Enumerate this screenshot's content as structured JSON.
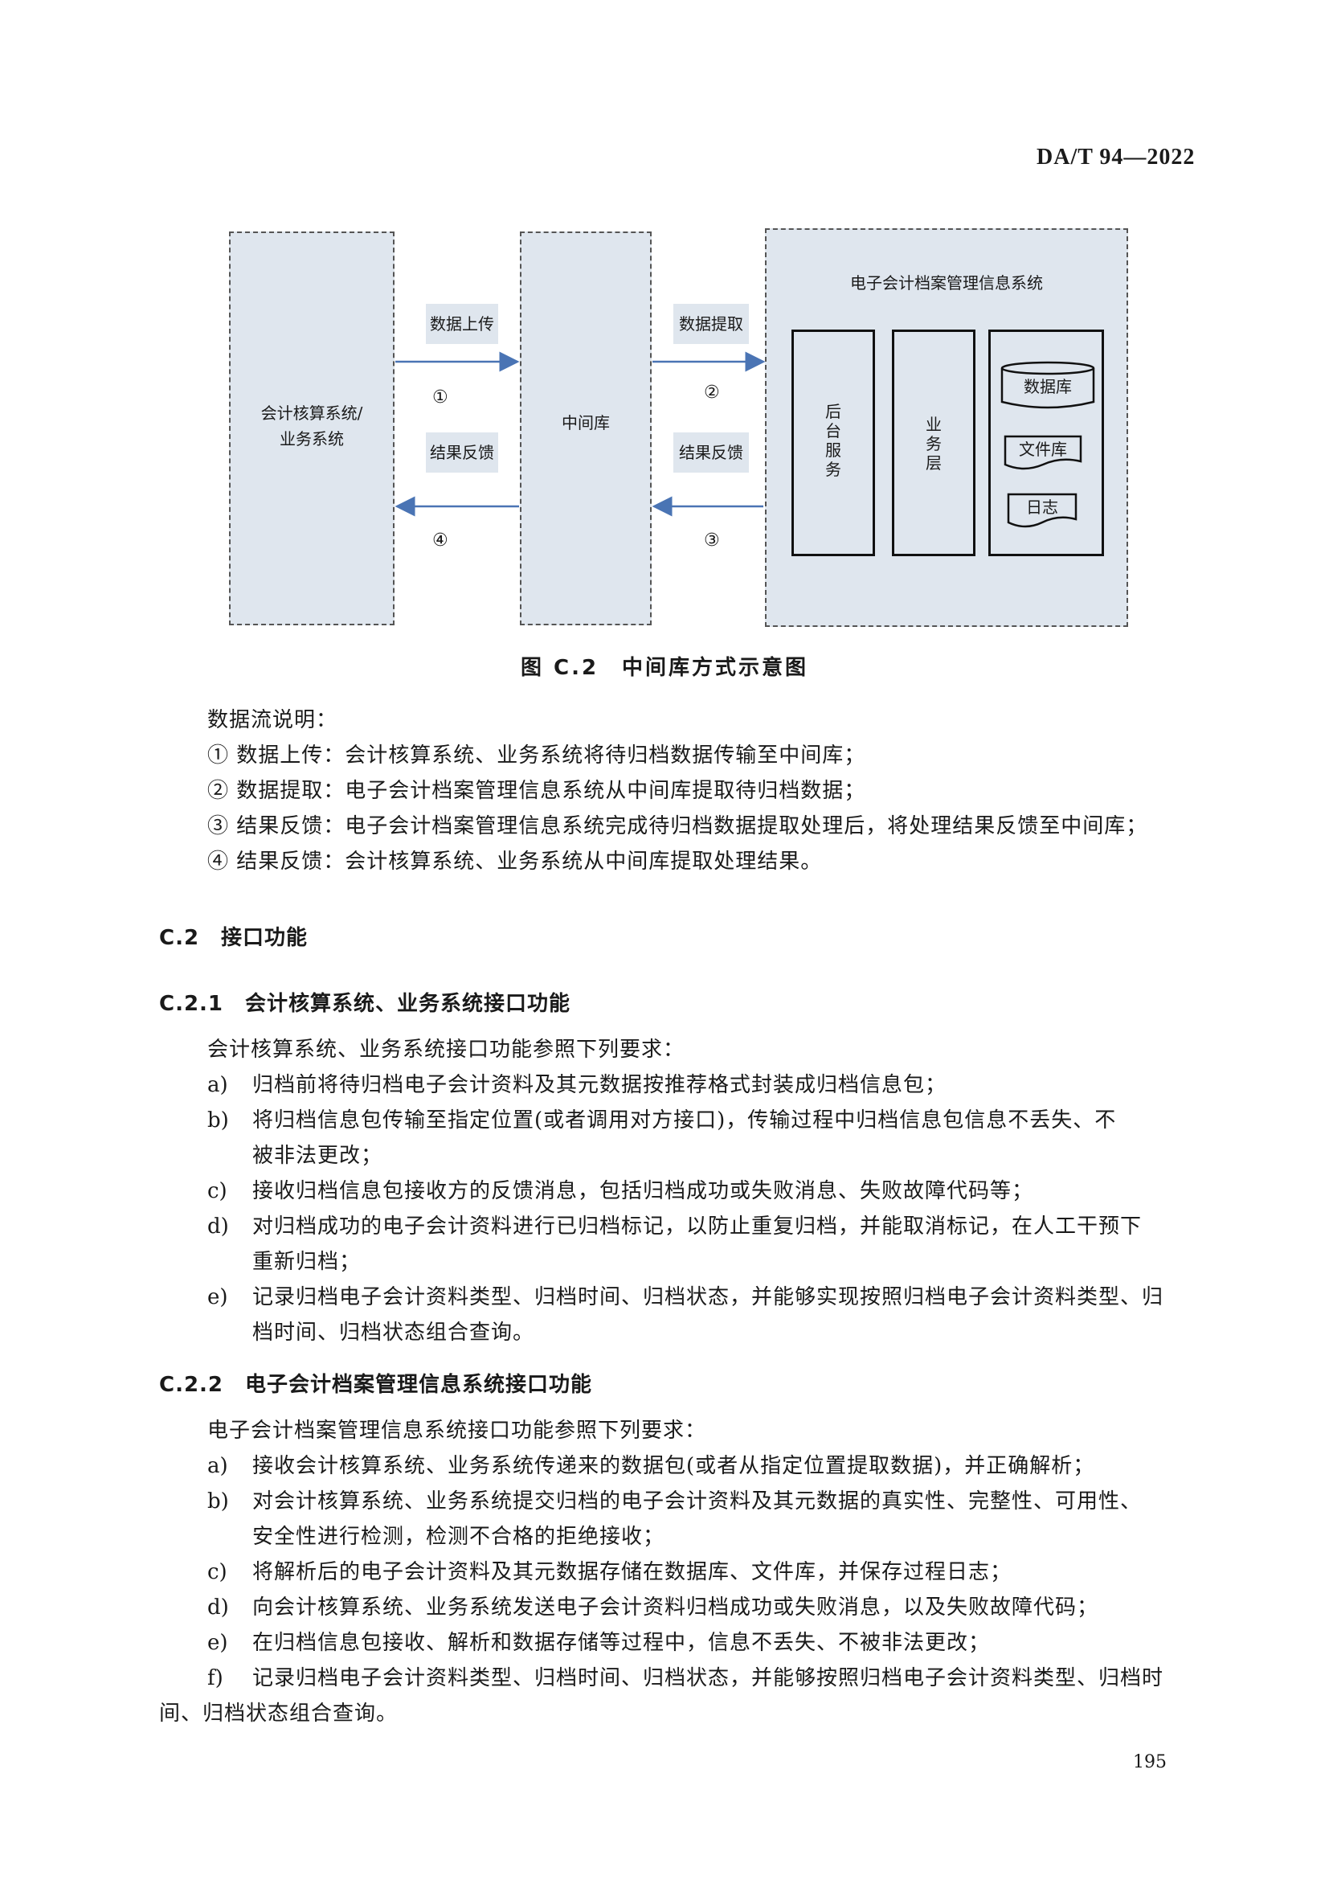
{
  "header": {
    "std_code": "DA/T 94—2022"
  },
  "diagram": {
    "left_box": {
      "label_line1": "会计核算系统/",
      "label_line2": "业务系统"
    },
    "middle_box": {
      "label": "中间库"
    },
    "right_box": {
      "title": "电子会计档案管理信息系统",
      "backend": "后台服务",
      "business": "业务层",
      "database": "数据库",
      "file_store": "文件库",
      "log": "日志"
    },
    "arrows": {
      "upload": "数据上传",
      "extract": "数据提取",
      "feedback_left": "结果反馈",
      "feedback_right": "结果反馈",
      "n1": "①",
      "n2": "②",
      "n3": "③",
      "n4": "④"
    }
  },
  "caption": "图 C.2　中间库方式示意图",
  "flow": {
    "title": "数据流说明：",
    "items": [
      "① 数据上传：会计核算系统、业务系统将待归档数据传输至中间库；",
      "② 数据提取：电子会计档案管理信息系统从中间库提取待归档数据；",
      "③ 结果反馈：电子会计档案管理信息系统完成待归档数据提取处理后，将处理结果反馈至中间库；",
      "④ 结果反馈：会计核算系统、业务系统从中间库提取处理结果。"
    ]
  },
  "c2": {
    "heading": "C.2　接口功能"
  },
  "c21": {
    "heading": "C.2.1　会计核算系统、业务系统接口功能",
    "intro": "会计核算系统、业务系统接口功能参照下列要求：",
    "items": [
      {
        "key": "a)",
        "lines": [
          "归档前将待归档电子会计资料及其元数据按推荐格式封装成归档信息包；"
        ]
      },
      {
        "key": "b)",
        "lines": [
          "将归档信息包传输至指定位置(或者调用对方接口)，传输过程中归档信息包信息不丢失、不",
          "被非法更改；"
        ]
      },
      {
        "key": "c)",
        "lines": [
          "接收归档信息包接收方的反馈消息，包括归档成功或失败消息、失败故障代码等；"
        ]
      },
      {
        "key": "d)",
        "lines": [
          "对归档成功的电子会计资料进行已归档标记，以防止重复归档，并能取消标记，在人工干预下",
          "重新归档；"
        ]
      },
      {
        "key": "e)",
        "lines": [
          "记录归档电子会计资料类型、归档时间、归档状态，并能够实现按照归档电子会计资料类型、归",
          "档时间、归档状态组合查询。"
        ]
      }
    ]
  },
  "c22": {
    "heading": "C.2.2　电子会计档案管理信息系统接口功能",
    "intro": "电子会计档案管理信息系统接口功能参照下列要求：",
    "items": [
      {
        "key": "a)",
        "lines": [
          "接收会计核算系统、业务系统传递来的数据包(或者从指定位置提取数据)，并正确解析；"
        ]
      },
      {
        "key": "b)",
        "lines": [
          "对会计核算系统、业务系统提交归档的电子会计资料及其元数据的真实性、完整性、可用性、",
          "安全性进行检测，检测不合格的拒绝接收；"
        ]
      },
      {
        "key": "c)",
        "lines": [
          "将解析后的电子会计资料及其元数据存储在数据库、文件库，并保存过程日志；"
        ]
      },
      {
        "key": "d)",
        "lines": [
          "向会计核算系统、业务系统发送电子会计资料归档成功或失败消息，以及失败故障代码；"
        ]
      },
      {
        "key": "e)",
        "lines": [
          "在归档信息包接收、解析和数据存储等过程中，信息不丢失、不被非法更改；"
        ]
      }
    ],
    "item_f_key": "f)",
    "item_f_line1": "记录归档电子会计资料类型、归档时间、归档状态，并能够按照归档电子会计资料类型、归档时",
    "item_f_line2": "间、归档状态组合查询。"
  },
  "footer": {
    "page_number": "195"
  }
}
